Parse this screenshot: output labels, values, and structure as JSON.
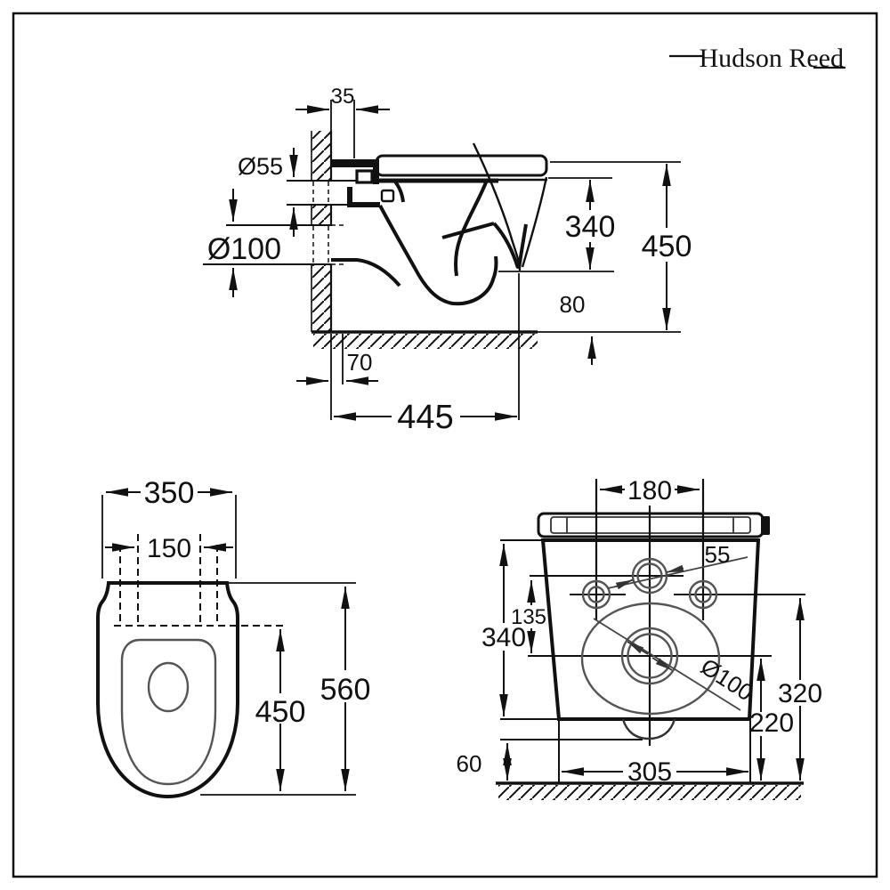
{
  "brand": {
    "name": "Hudson Reed"
  },
  "side_view": {
    "dims": {
      "wall_to_bracket": "35",
      "inlet_diameter": "Ø55",
      "outlet_diameter": "Ø100",
      "pan_height": "340",
      "overall_height": "450",
      "underside_clearance": "80",
      "wall_projection": "70",
      "projection_depth": "445"
    }
  },
  "top_view": {
    "dims": {
      "overall_width": "350",
      "fixing_width": "150",
      "pan_depth": "450",
      "overall_depth": "560"
    }
  },
  "front_view": {
    "dims": {
      "fixing_centres": "180",
      "inlet_diameter": "55",
      "inlet_to_outlet": "135",
      "pan_height": "340",
      "outlet_diameter": "Ø100",
      "fixing_height": "320",
      "outlet_centre_height": "220",
      "base_width": "305",
      "ground_clearance": "60"
    }
  }
}
